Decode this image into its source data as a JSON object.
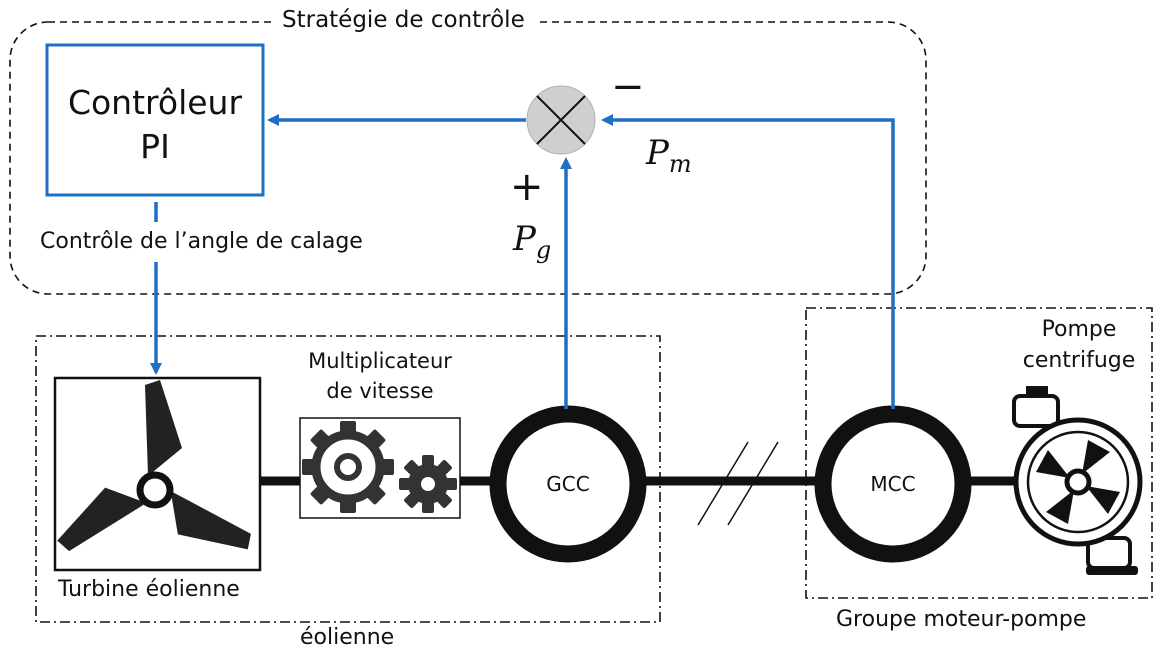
{
  "control_group": {
    "title": "Stratégie de contrôle",
    "controller_line1": "Contrôleur",
    "controller_line2": "PI",
    "pitch_label": "Contrôle de l’angle de calage"
  },
  "summing_junction": {
    "minus_sign": "−",
    "plus_sign": "+",
    "pm_main": "P",
    "pm_sub": "m",
    "pg_main": "P",
    "pg_sub": "g"
  },
  "wind_group": {
    "title": "éolienne",
    "turbine_label": "Turbine éolienne",
    "gearbox_line1": "Multiplicateur",
    "gearbox_line2": "de vitesse",
    "generator_label": "GCC"
  },
  "pump_group": {
    "title": "Groupe moteur-pompe",
    "motor_label": "MCC",
    "pump_line1": "Pompe",
    "pump_line2": "centrifuge"
  },
  "colors": {
    "signal_blue": "#1f6fc5",
    "black": "#111111",
    "junction_fill": "#cfcfcf"
  }
}
